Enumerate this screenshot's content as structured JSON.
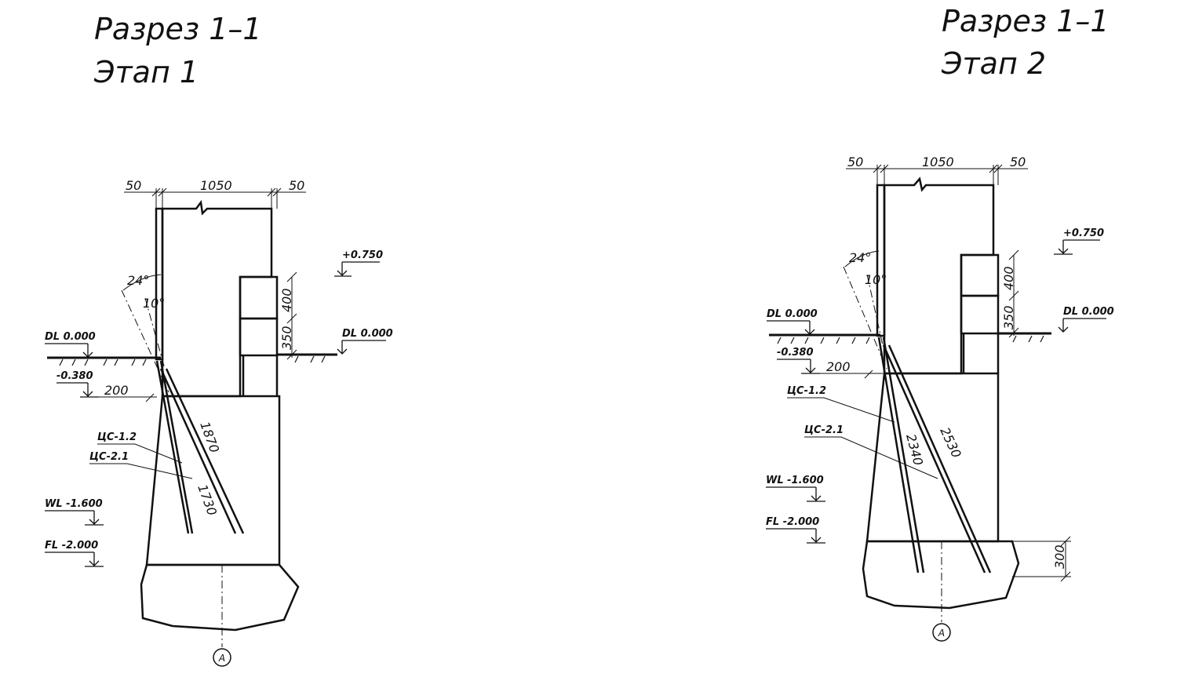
{
  "stage1": {
    "title_line1": "Разрез 1–1",
    "title_line2": "Этап 1",
    "dims": {
      "left": "50",
      "middle": "1050",
      "right": "50",
      "mesh_upper": "400",
      "mesh_lower": "350",
      "offset": "200",
      "anchor_a": "1870",
      "anchor_b": "1730",
      "angle_outer": "24°",
      "angle_inner": "10°"
    },
    "levels": {
      "top": "+0.750",
      "dl_left": "DL 0.000",
      "dl_right": "DL 0.000",
      "minus": "-0.380",
      "wl": "WL -1.600",
      "fl": "FL -2.000"
    },
    "callouts": {
      "cs12": "ЦС-1.2",
      "cs21": "ЦС-2.1"
    },
    "axis": "A"
  },
  "stage2": {
    "title_line1": "Разрез 1–1",
    "title_line2": "Этап 2",
    "dims": {
      "left": "50",
      "middle": "1050",
      "right": "50",
      "mesh_upper": "400",
      "mesh_lower": "350",
      "offset": "200",
      "anchor_a": "2340",
      "anchor_b": "2530",
      "angle_outer": "24°",
      "angle_inner": "10°",
      "base": "300"
    },
    "levels": {
      "top": "+0.750",
      "dl_left": "DL 0.000",
      "dl_right": "DL 0.000",
      "minus": "-0.380",
      "wl": "WL -1.600",
      "fl": "FL -2.000"
    },
    "callouts": {
      "cs12": "ЦС-1.2",
      "cs21": "ЦС-2.1"
    },
    "axis": "A"
  }
}
